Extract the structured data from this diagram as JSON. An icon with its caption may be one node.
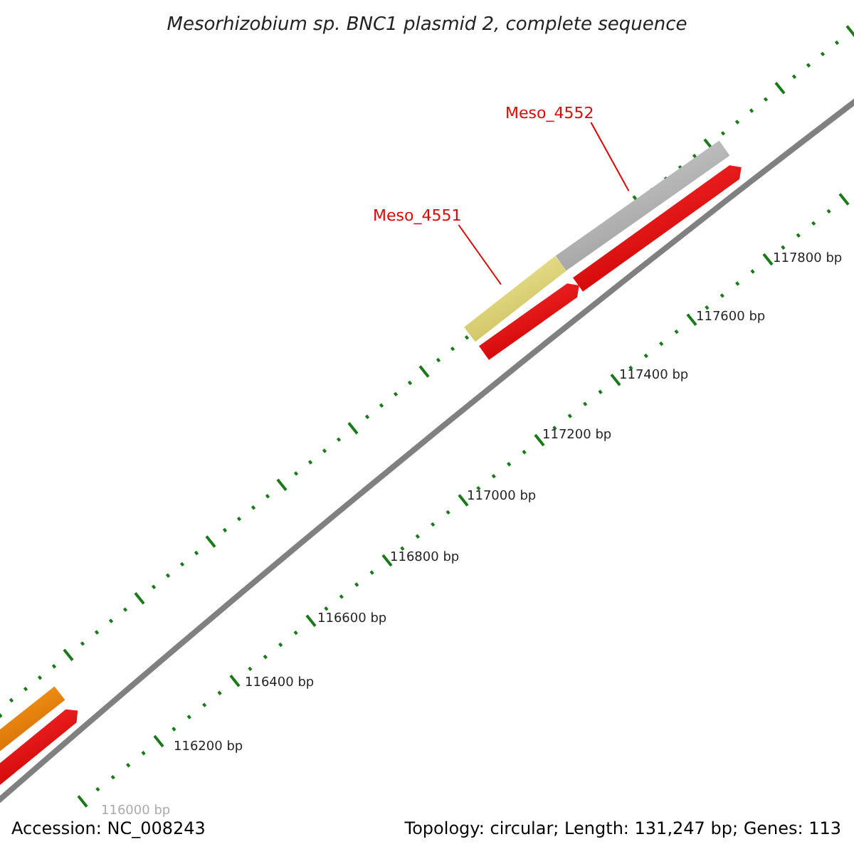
{
  "diagram": {
    "title": "Mesorhizobium sp. BNC1 plasmid 2, complete sequence",
    "nodes": [
      {
        "text": [
          "Meso_4552"
        ]
      },
      {
        "text": [],
        "shape": "bar"
      },
      {
        "text": [
          "Meso_4551"
        ]
      },
      {
        "text": [],
        "shape": "bar"
      }
    ],
    "edges": [
      {
        "from": 0,
        "to": 1,
        "arrow": "none"
      },
      {
        "from": 2,
        "to": 3,
        "arrow": "none"
      }
    ],
    "labels": [
      "117800 bp",
      "117600 bp",
      "117400 bp",
      "117200 bp",
      "117000 bp",
      "116800 bp",
      "116600 bp",
      "116400 bp",
      "116200 bp",
      "116000 bp",
      "Accession: NC_008243",
      "Topology: circular; Length: 131,247 bp; Genes: 113"
    ]
  }
}
